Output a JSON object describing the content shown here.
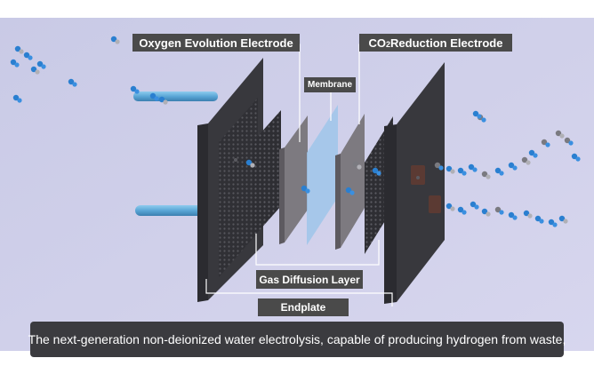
{
  "labels": {
    "oxygen_electrode": "Oxygen Evolution Electrode",
    "co2_electrode_prefix": "CO",
    "co2_electrode_sub": "2",
    "co2_electrode_suffix": " Reduction Electrode",
    "membrane": "Membrane",
    "gas_diffusion_layer": "Gas Diffusion Layer",
    "endplate": "Endplate"
  },
  "caption": "The next-generation non-deionized water electrolysis, capable of producing hydrogen from waste,",
  "colors": {
    "background": "#cfd0ea",
    "endplate": "#38383d",
    "electrode": "#7d7a80",
    "membrane": "#9fc6ea",
    "pipe": "#5aa6d6",
    "label_bg": "#4a4a4a",
    "caption_bg": "#3b3b3f"
  }
}
